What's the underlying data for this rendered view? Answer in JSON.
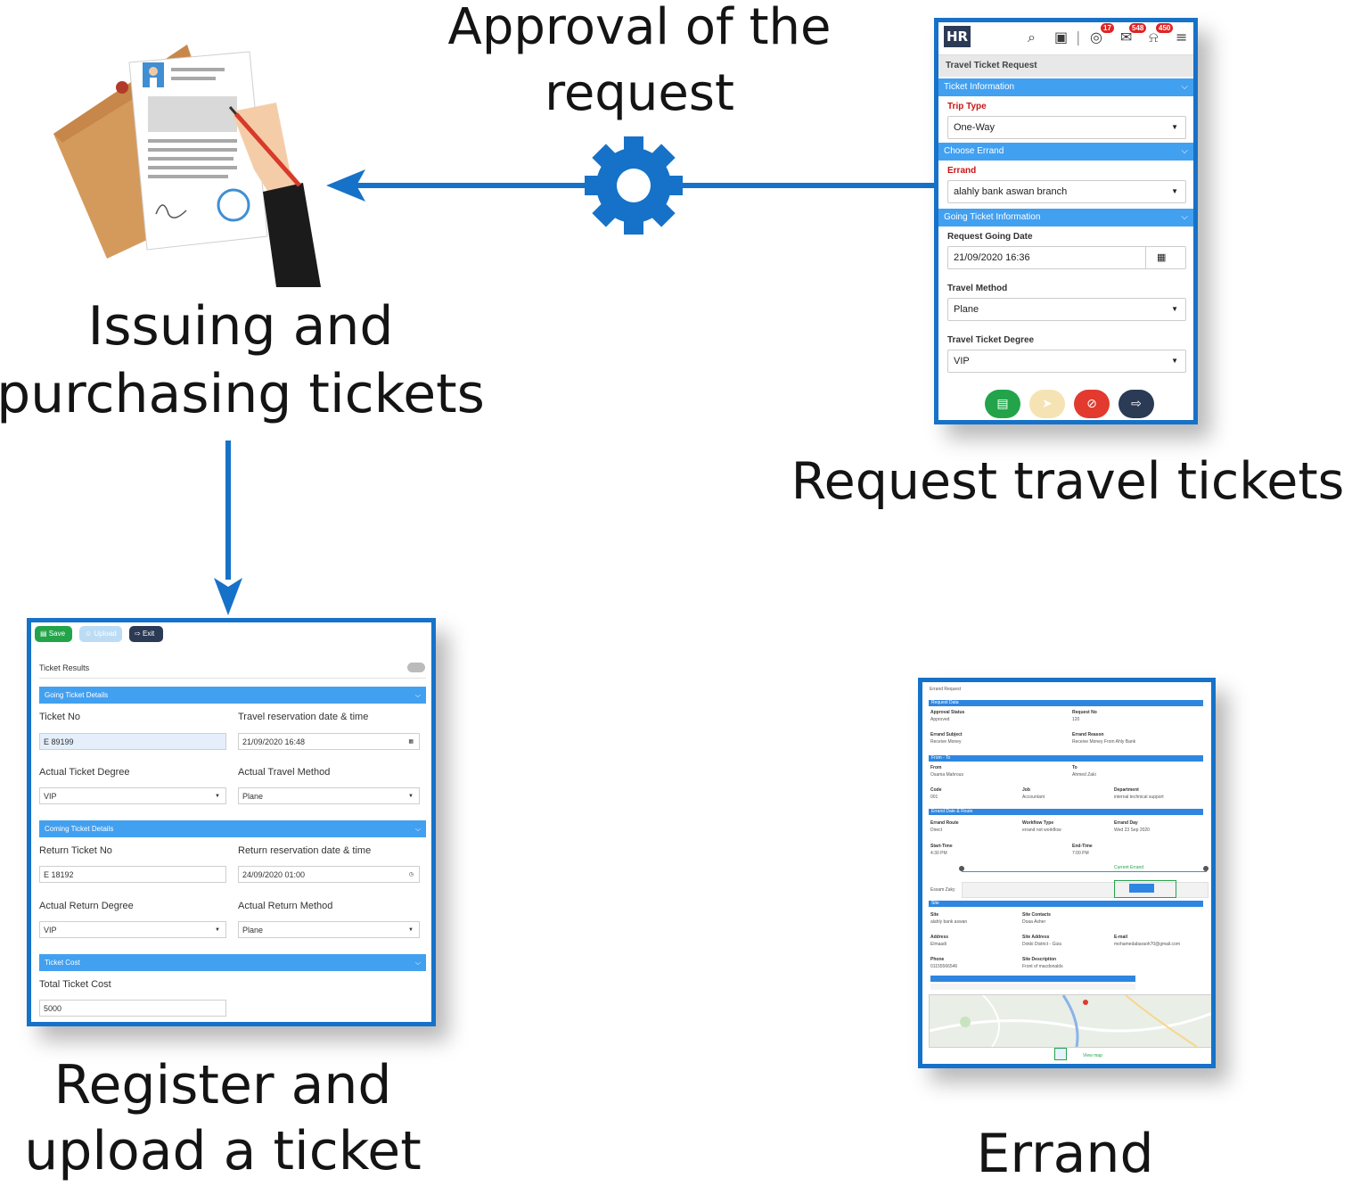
{
  "captions": {
    "approval_line1": "Approval of the",
    "approval_line2": "request",
    "issuing_line1": "Issuing and",
    "issuing_line2": "purchasing tickets",
    "request": "Request travel tickets",
    "register_line1": "Register and",
    "register_line2": "upload a ticket",
    "errand": "Errand"
  },
  "colors": {
    "arrow": "#1672c8",
    "frame": "#1672c8",
    "section": "#42a0f0"
  },
  "mobile_form": {
    "logo": "HR",
    "badges": [
      "17",
      "548",
      "450"
    ],
    "title": "Travel Ticket Request",
    "sections": [
      "Ticket Information",
      "Choose Errand",
      "Going Ticket Information"
    ],
    "trip_type_label": "Trip Type",
    "trip_type_value": "One-Way",
    "errand_label": "Errand",
    "errand_value": "alahly bank aswan branch",
    "going_date_label": "Request Going Date",
    "going_date_value": "21/09/2020 16:36",
    "travel_method_label": "Travel Method",
    "travel_method_value": "Plane",
    "degree_label": "Travel Ticket Degree",
    "degree_value": "VIP",
    "buttons": [
      "save-icon",
      "send-icon",
      "cancel-icon",
      "exit-icon"
    ]
  },
  "ticket_form": {
    "buttons": {
      "save": "Save",
      "upload": "Upload",
      "exit": "Exit"
    },
    "title": "Ticket Results",
    "going_section": "Going Ticket Details",
    "ticket_no_label": "Ticket No",
    "ticket_no_value": "E 89199",
    "reservation_label": "Travel reservation date & time",
    "reservation_value": "21/09/2020 16:48",
    "degree_label": "Actual Ticket Degree",
    "degree_value": "VIP",
    "method_label": "Actual Travel Method",
    "method_value": "Plane",
    "coming_section": "Coming Ticket Details",
    "return_no_label": "Return Ticket No",
    "return_no_value": "E 18192",
    "return_reservation_label": "Return reservation date & time",
    "return_reservation_value": "24/09/2020 01:00",
    "return_degree_label": "Actual Return Degree",
    "return_degree_value": "VIP",
    "return_method_label": "Actual Return Method",
    "return_method_value": "Plane",
    "cost_section": "Ticket Cost",
    "cost_label": "Total Ticket Cost",
    "cost_value": "5000"
  },
  "errand_form": {
    "title": "Errand Request",
    "sections": [
      "Request Data",
      "From - To",
      "Errand Date & Route",
      "Site"
    ],
    "approval_status_label": "Approval Status",
    "approval_status_value": "Approved",
    "request_no_label": "Request No",
    "request_no_value": "120",
    "subject_label": "Errand Subject",
    "subject_value": "Receive Money",
    "reason_label": "Errand Reason",
    "reason_value": "Receive Money From Ahly Bank",
    "from_label": "From",
    "from_value": "Osama Mahrous",
    "to_label": "To",
    "to_value": "Ahmed Zaki",
    "code_label": "Code",
    "code_value": "001",
    "job_label": "Job",
    "job_value": "Accountant",
    "department_label": "Department",
    "department_value": "internal technical support",
    "route_label": "Errand Route",
    "route_value": "Direct",
    "workflow_label": "Workflow Type",
    "workflow_value": "errand not workflow",
    "day_label": "Errand Day",
    "day_value": "Wed 23 Sep 2020",
    "start_label": "Start-Time",
    "start_value": "4:30 PM",
    "end_label": "End-Time",
    "end_value": "7:00 PM",
    "current_label": "Current Errand",
    "person_label": "Essam Zaky",
    "site_label": "Site",
    "site_value": "alahly bank aswan",
    "contacts_label": "Site Contacts",
    "contacts_value": "Doaa Asher",
    "address_label": "Address",
    "address_value": "Elmaadi",
    "site_address_label": "Site Address",
    "site_address_value": "Dokki District - Giza",
    "email_label": "E-mail",
    "email_value": "mohamedabaraoh70@gmail.com",
    "phone_label": "Phone",
    "phone_value": "01155566546",
    "description_label": "Site Description",
    "description_value": "Front of macdonalds",
    "view_map": "View map"
  }
}
